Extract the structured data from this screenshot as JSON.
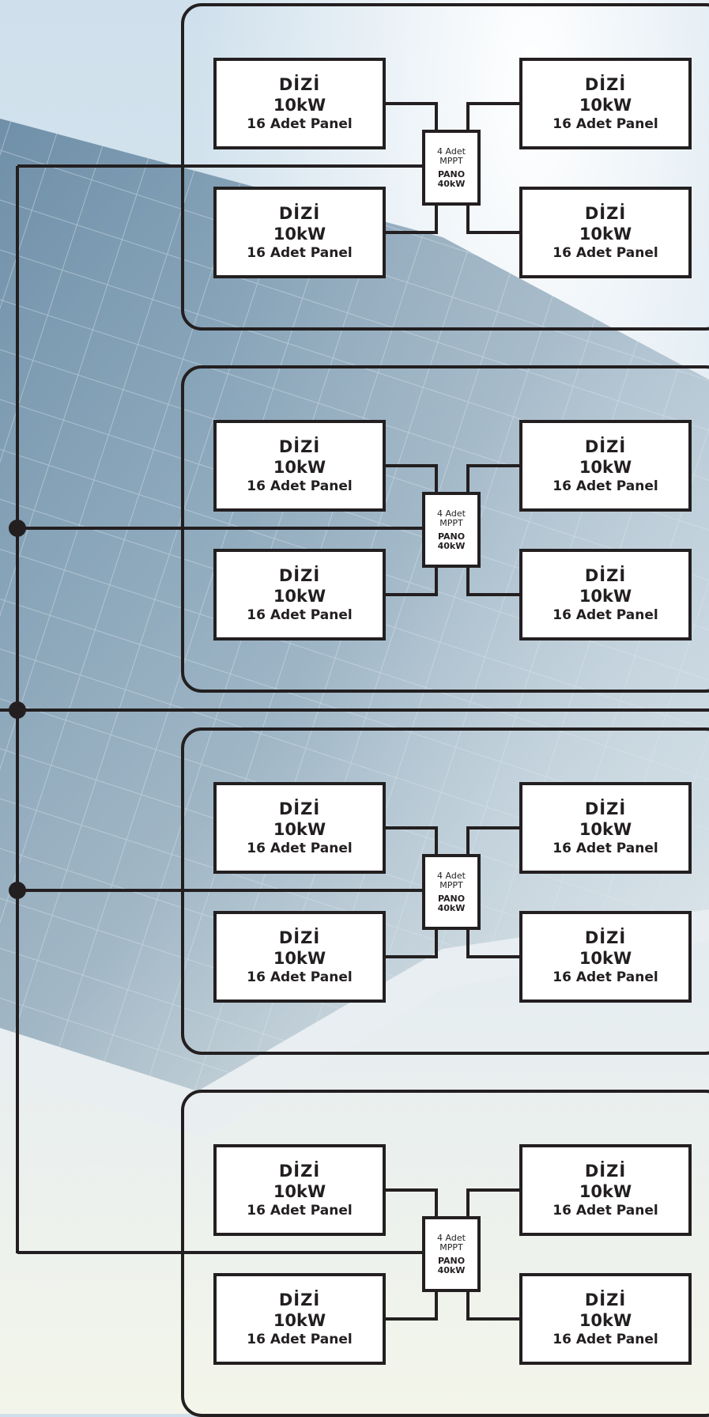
{
  "colors": {
    "line": "#231f20",
    "box_fill": "#ffffff"
  },
  "dizi": {
    "title": "DİZİ",
    "power": "10kW",
    "panels": "16 Adet Panel"
  },
  "pano": {
    "line1": "4 Adet",
    "line2": "MPPT",
    "line3": "PANO",
    "line4": "40kW"
  },
  "groups": [
    {
      "dizi_count": 4
    },
    {
      "dizi_count": 4
    },
    {
      "dizi_count": 4
    },
    {
      "dizi_count": 4
    }
  ]
}
